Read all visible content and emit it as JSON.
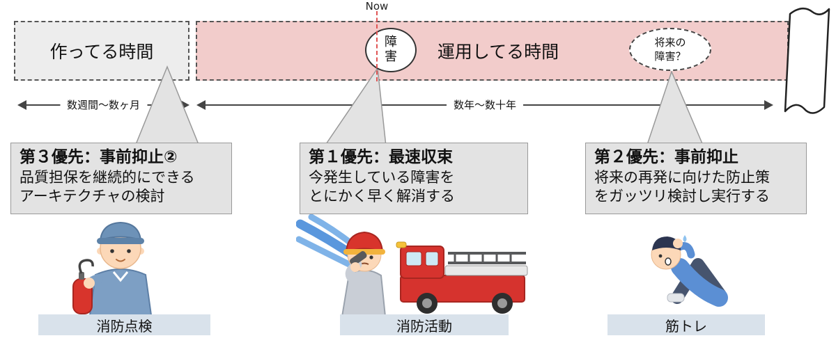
{
  "timeline": {
    "now_label": "Now",
    "build_phase_label": "作ってる時間",
    "operate_phase_label": "運用してる時間",
    "incident_label": "障害",
    "future_incident_label": "将来の障害？",
    "build_duration_label": "数週間〜数ヶ月",
    "operate_duration_label": "数年〜数十年"
  },
  "callouts": [
    {
      "title": "第３優先：事前抑止②",
      "body_line1": "品質担保を継続的にできる",
      "body_line2": "アーキテクチャの検討",
      "caption": "消防点検",
      "illustration": "fire-inspection-worker"
    },
    {
      "title": "第１優先：最速収束",
      "body_line1": "今発生している障害を",
      "body_line2": "とにかく早く解消する",
      "caption": "消防活動",
      "illustration": "firefighter-with-fire-truck"
    },
    {
      "title": "第２優先：事前抑止",
      "body_line1": "将来の再発に向けた防止策",
      "body_line2": "をガッツリ検討し実行する",
      "caption": "筋トレ",
      "illustration": "sit-ups-person"
    }
  ],
  "colors": {
    "operate_bar_fill": "#f2cccb",
    "build_box_fill": "#ededed",
    "callout_fill": "#e3e3e3",
    "caption_fill": "#d9e2eb",
    "now_line": "#e05555",
    "water_blue": "#5a97dd",
    "truck_red": "#d6332e"
  }
}
